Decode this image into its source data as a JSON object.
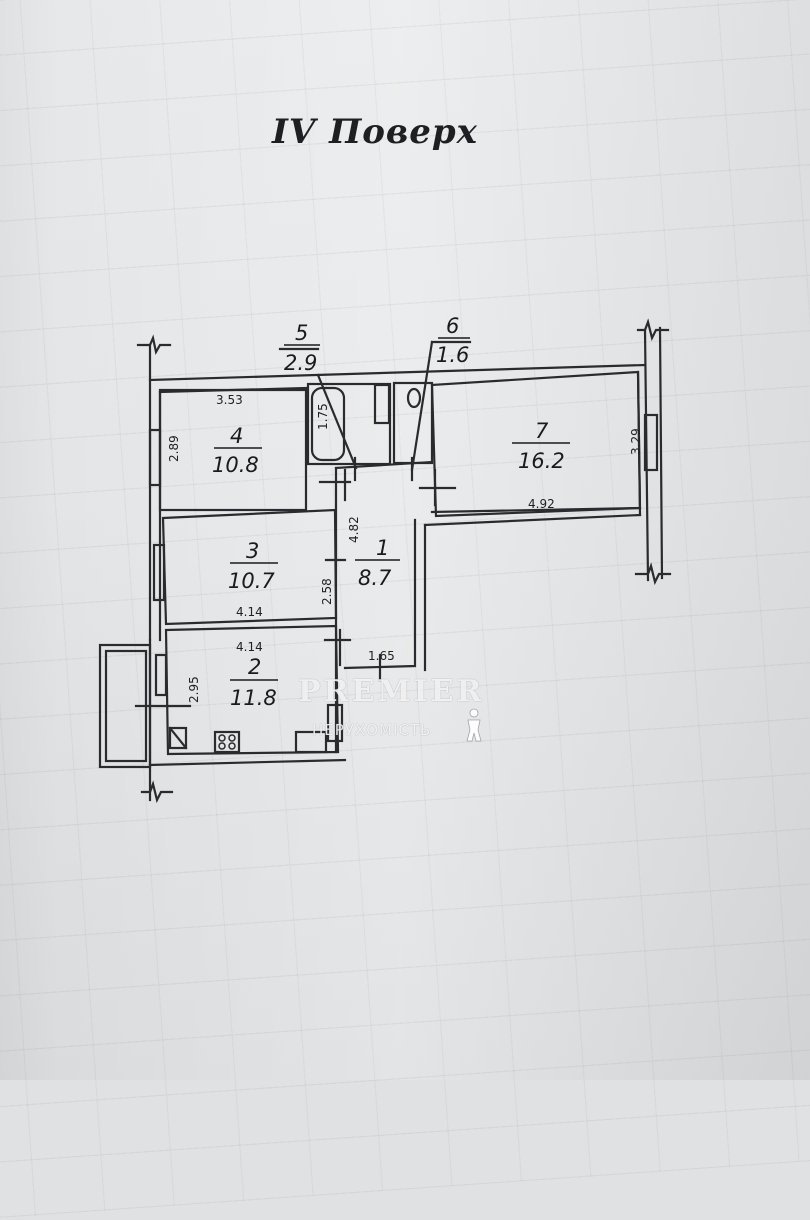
{
  "title": "IV  Поверх",
  "rooms": [
    {
      "id": "1",
      "area": "8.7"
    },
    {
      "id": "2",
      "area": "11.8"
    },
    {
      "id": "3",
      "area": "10.7"
    },
    {
      "id": "4",
      "area": "10.8"
    },
    {
      "id": "5",
      "area": "2.9"
    },
    {
      "id": "6",
      "area": "1.6"
    },
    {
      "id": "7",
      "area": "16.2"
    }
  ],
  "dimensions": {
    "room4_width": "3.53",
    "room4_height": "2.89",
    "bath_height": "1.75",
    "room7_height": "3.29",
    "room7_width": "4.92",
    "hall_height": "4.82",
    "room3_height": "2.58",
    "room3_width": "4.14",
    "room2_width": "4.14",
    "room2_height": "2.95",
    "hall_width": "1.65"
  },
  "watermark": {
    "brand": "PREMIER",
    "subtitle": "НЕРУХОМІСТЬ"
  },
  "colors": {
    "line": "#2a2b2e",
    "paper": "#e2e4e6"
  }
}
